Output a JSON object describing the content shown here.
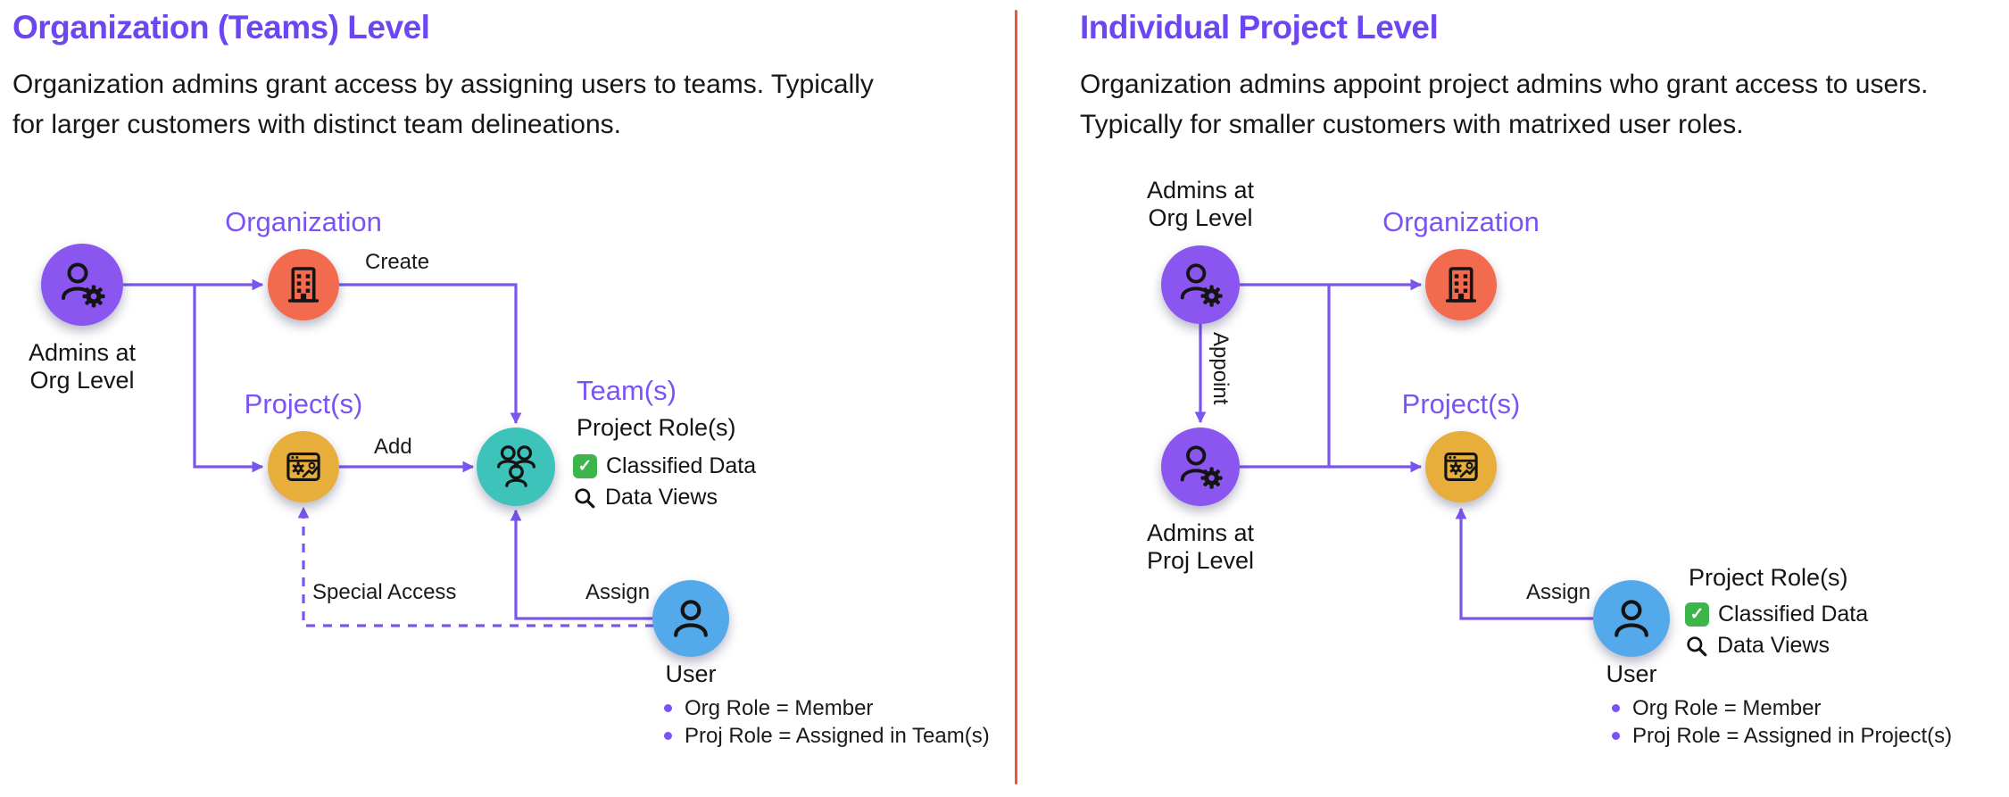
{
  "left": {
    "title": "Organization (Teams) Level",
    "description": "Organization admins grant access by assigning users to teams. Typically\nfor larger customers with distinct team delineations.",
    "admins_label": "Admins at\nOrg Level",
    "organization_label": "Organization",
    "projects_label": "Project(s)",
    "teams_label": "Team(s)",
    "user_label": "User",
    "edge_create": "Create",
    "edge_add": "Add",
    "edge_assign": "Assign",
    "edge_special_access": "Special Access",
    "details_heading": "Project Role(s)",
    "details_classified": "Classified Data",
    "details_data_views": "Data Views",
    "bullet_1": "Org Role = Member",
    "bullet_2": "Proj Role = Assigned in Team(s)"
  },
  "right": {
    "title": "Individual Project Level",
    "description": "Organization admins appoint project admins who grant access to users.\nTypically for smaller customers with matrixed user roles.",
    "admins_org_label": "Admins at\nOrg Level",
    "admins_proj_label": "Admins at\nProj Level",
    "organization_label": "Organization",
    "projects_label": "Project(s)",
    "user_label": "User",
    "edge_appoint": "Appoint",
    "edge_assign": "Assign",
    "details_heading": "Project Role(s)",
    "details_classified": "Classified Data",
    "details_data_views": "Data Views",
    "bullet_1": "Org Role = Member",
    "bullet_2": "Proj Role = Assigned in Project(s)"
  },
  "icons": {
    "admin": "person-gear-icon",
    "organization": "building-icon",
    "project": "project-window-icon",
    "team": "team-people-icon",
    "user": "person-icon",
    "classified": "green-check-icon",
    "data_views": "magnifier-icon"
  },
  "colors": {
    "heading_purple": "#6C46F0",
    "label_purple": "#7B52F5",
    "arrow_purple": "#7A55EE",
    "node_purple": "#8B55F0",
    "node_orange": "#F26B4E",
    "node_amber": "#E7AE3C",
    "node_teal": "#3EC3BB",
    "node_blue": "#54A9EA",
    "divider_orange": "#E8593C",
    "check_green": "#3CB54A"
  }
}
